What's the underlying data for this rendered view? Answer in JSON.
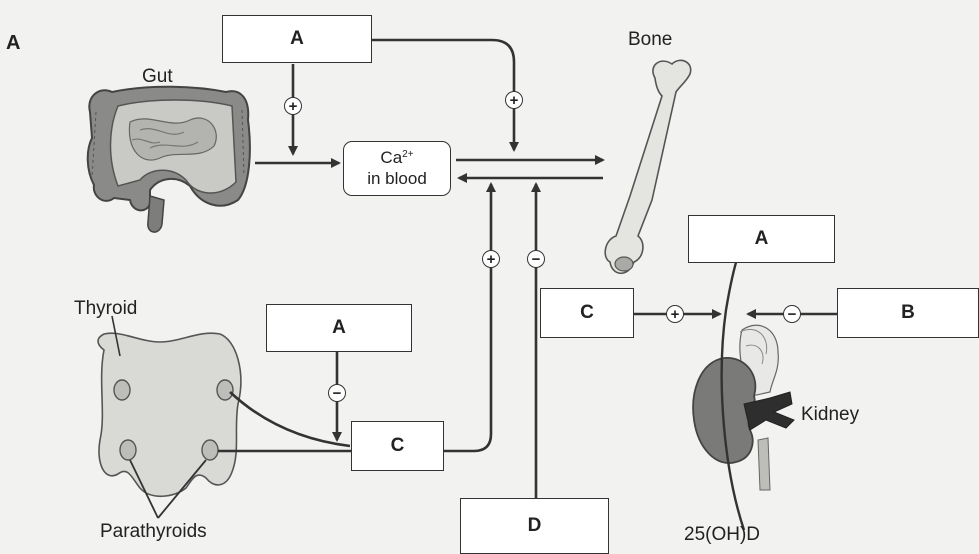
{
  "panel_label": "A",
  "boxes": {
    "top_a": "A",
    "middle_a": "A",
    "right_a": "A",
    "parathyroid_c": "C",
    "kidney_c": "C",
    "kidney_b": "B",
    "bottom_d": "D"
  },
  "calcium_box": {
    "ion": "Ca",
    "charge": "2+",
    "line2": "in blood"
  },
  "labels": {
    "gut": "Gut",
    "bone": "Bone",
    "thyroid": "Thyroid",
    "parathyroids": "Parathyroids",
    "kidney": "Kidney",
    "vitamin_d": "25(OH)D"
  },
  "signs": {
    "plus": "+",
    "minus": "−"
  }
}
